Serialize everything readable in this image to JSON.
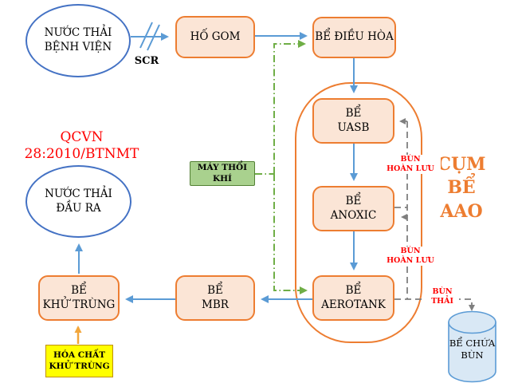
{
  "nodes": {
    "source": "NƯỚC THẢI\nBỆNH VIỆN",
    "collection_pit": "HỐ GOM",
    "equalization": "BỂ ĐIỀU HÒA",
    "uasb": "BỂ\nUASB",
    "anoxic": "BỂ\nANOXIC",
    "aerotank": "BỂ\nAEROTANK",
    "air_blower": "MÁY THỔI\nKHÍ",
    "mbr": "BỂ\nMBR",
    "disinfection": "BỂ\nKHỬ TRÙNG",
    "effluent": "NƯỚC THẢI\nĐẦU RA",
    "chemical": "HÓA CHẤT\nKHỬ TRÙNG",
    "sludge_tank": "BỂ CHỨA\nBÙN"
  },
  "labels": {
    "scr": "SCR",
    "standard": "QCVN\n28:2010/BTNMT",
    "aao_cluster": "CỤM\nBỂ\nAAO",
    "return_sludge": "BÙN\nHOÀN LƯU",
    "waste_sludge": "BÙN\nTHẢI"
  },
  "colors": {
    "tank_fill": "#FBE5D6",
    "tank_border": "#ED7D31",
    "flow_arrow": "#5B9BD5",
    "ellipse_border": "#4472C4",
    "air_line": "#6FAE46",
    "blower_fill": "#A9D18E",
    "blower_border": "#538135",
    "sludge_line": "#7F7F7F",
    "label_red": "#FF0000",
    "aao_text": "#ED7D31",
    "chemical_fill": "#FFFF00",
    "chemical_arrow": "#F2A63B",
    "cylinder_fill": "#D9E8F5"
  }
}
